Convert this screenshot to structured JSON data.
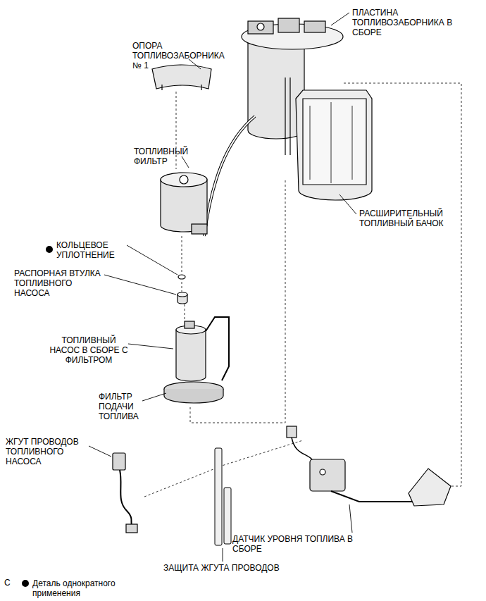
{
  "diagram": {
    "labels": [
      "ПЛАСТИНА ТОПЛИВОЗАБОРНИКА В СБОРЕ",
      "ОПОРА ТОПЛИВОЗАБОРНИКА № 1",
      "ТОПЛИВНЫЙ ФИЛЬТР",
      "РАСШИРИТЕЛЬНЫЙ ТОПЛИВНЫЙ БАЧОК",
      "КОЛЬЦЕВОЕ УПЛОТНЕНИЕ",
      "РАСПОРНАЯ ВТУЛКА ТОПЛИВНОГО НАСОСА",
      "ТОПЛИВНЫЙ НАСОС В СБОРЕ С ФИЛЬТРОМ",
      "ФИЛЬТР ПОДАЧИ ТОПЛИВА",
      "ЖГУТ ПРОВОДОВ ТОПЛИВНОГО НАСОСА",
      "ДАТЧИК УРОВНЯ ТОПЛИВА В СБОРЕ",
      "ЗАЩИТА ЖГУТА ПРОВОДОВ",
      "C"
    ],
    "legend": [
      {
        "text": "Деталь однократного применения"
      }
    ]
  }
}
